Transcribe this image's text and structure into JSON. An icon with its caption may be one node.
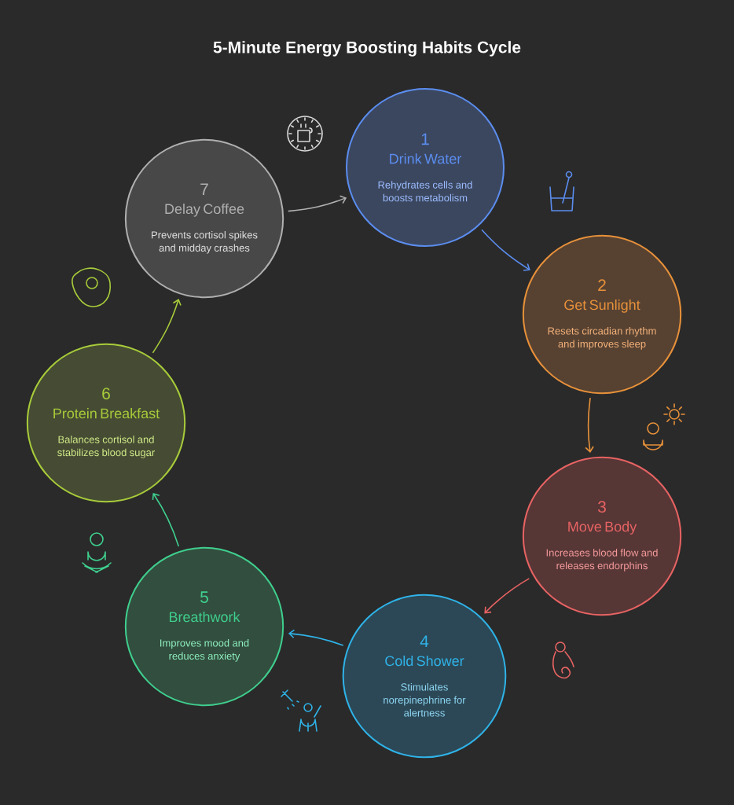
{
  "diagram": {
    "title": "5-Minute Energy Boosting Habits Cycle",
    "nodes": [
      {
        "text": [
          "1",
          "Drink Water",
          "Rehydrates cells and boosts metabolism"
        ]
      },
      {
        "text": [
          "2",
          "Get Sunlight",
          "Resets circadian rhythm and improves sleep"
        ]
      },
      {
        "text": [
          "3",
          "Move Body",
          "Increases blood flow and releases endorphins"
        ]
      },
      {
        "text": [
          "4",
          "Cold Shower",
          "Stimulates norepinephrine for alertness"
        ]
      },
      {
        "text": [
          "5",
          "Breathwork",
          "Improves mood and reduces anxiety"
        ]
      },
      {
        "text": [
          "6",
          "Protein Breakfast",
          "Balances cortisol and stabilizes blood sugar"
        ]
      },
      {
        "text": [
          "7",
          "Delay Coffee",
          "Prevents cortisol spikes and midday crashes"
        ]
      }
    ],
    "edges": [
      {
        "from": 6,
        "to": 0,
        "arrow": "to",
        "color": "#b0b0b0"
      },
      {
        "from": 0,
        "to": 1,
        "arrow": "to",
        "color": "#5b8def"
      },
      {
        "from": 1,
        "to": 2,
        "arrow": "to",
        "color": "#e8913a"
      },
      {
        "from": 2,
        "to": 3,
        "arrow": "to",
        "color": "#e86363"
      },
      {
        "from": 3,
        "to": 4,
        "arrow": "to",
        "color": "#2fb3e8"
      },
      {
        "from": 4,
        "to": 5,
        "arrow": "to",
        "color": "#3fcf8e"
      },
      {
        "from": 5,
        "to": 6,
        "arrow": "to",
        "color": "#a8cc3a"
      }
    ]
  }
}
